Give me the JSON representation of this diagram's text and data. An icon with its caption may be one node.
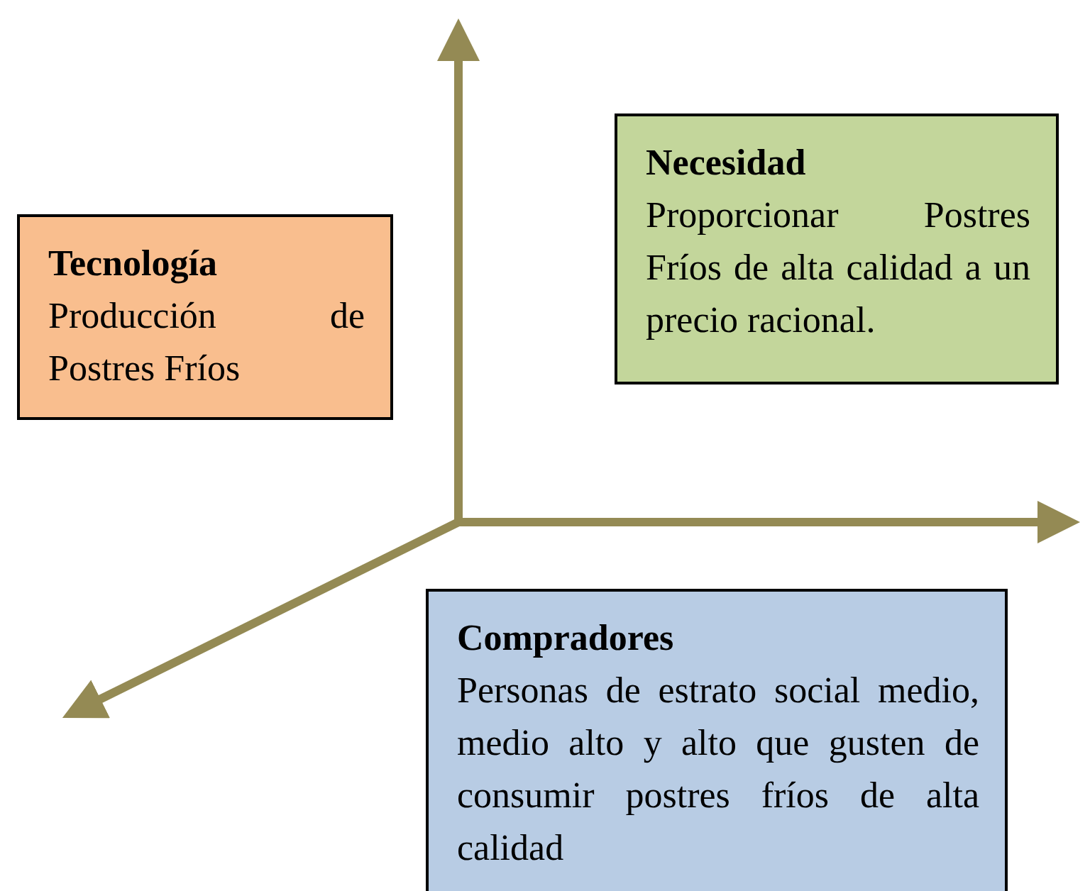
{
  "diagram": {
    "nodes": [
      {
        "text": [
          "Necesidad",
          "Proporcionar Postres Fríos de alta calidad a un precio racional."
        ]
      },
      {
        "text": [
          "Tecnología",
          "Producción de Postres Fríos"
        ]
      },
      {
        "text": [
          "Compradores",
          "Personas de estrato social medio, medio alto y alto que gusten de consumir postres fríos de alta calidad"
        ]
      }
    ]
  }
}
